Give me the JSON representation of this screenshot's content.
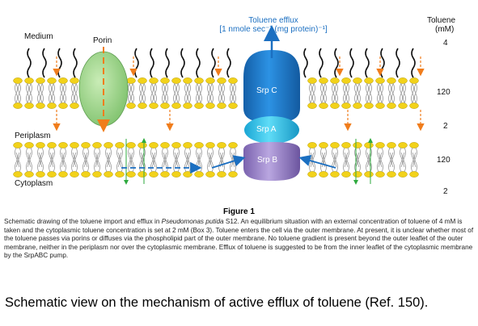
{
  "labels": {
    "medium": "Medium",
    "porin": "Porin",
    "periplasm": "Periplasm",
    "cytoplasm": "Cytoplasm"
  },
  "efflux": {
    "line1": "Toluene efflux",
    "line2": "[1 nmole sec⁻¹ (mg protein)⁻¹]"
  },
  "concentration": {
    "header_line1": "Toluene",
    "header_line2": "(mM)",
    "values": [
      "4",
      "120",
      "2",
      "120",
      "2"
    ]
  },
  "pump": {
    "srp_c": "Srp C",
    "srp_a": "Srp A",
    "srp_b": "Srp B"
  },
  "figure": {
    "title": "Figure 1",
    "caption_part1": "Schematic drawing of the toluene import and efflux in ",
    "caption_species": "Pseudomonas putida",
    "caption_part2": " S12. An equilibrium situation with an external concentration of toluene of 4 mM is taken and the cytoplasmic toluene concentration is set at 2 mM (Box 3). Toluene enters the cell via the outer membrane. At present, it is unclear whether most of the toluene passes via porins or diffuses via the phospholipid part of the outer membrane. No toluene gradient is present beyond the outer leaflet of the outer membrane, neither in the periplasm nor over the cytoplasmic membrane. Efflux of toluene is suggested to be from the inner leaflet of the cytoplasmic membrane by the SrpABC pump."
  },
  "bottom_caption": "Schematic view on the mechanism of active efflux of toluene (Ref. 150).",
  "colors": {
    "headgroup": "#f2d21a",
    "headgroup_stroke": "#b59a00",
    "porin_fill": "#9fd48a",
    "srp_c": "#1f86d9",
    "srp_a": "#39c8ef",
    "srp_b": "#9a82c8",
    "efflux_arrow": "#1b6fc1",
    "toluene_arrow": "#f07d1c",
    "green_arrow": "#2eaa3e"
  }
}
